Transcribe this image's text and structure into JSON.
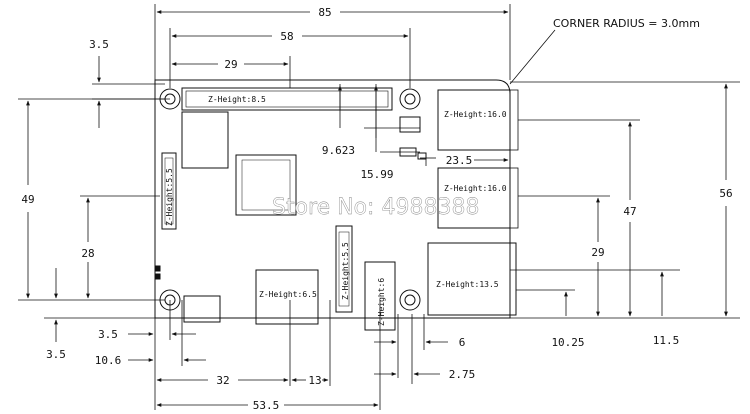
{
  "corner_note": "CORNER RADIUS = 3.0mm",
  "dimensions": {
    "d85": "85",
    "d58": "58",
    "d29": "29",
    "d3_5_top": "3.5",
    "d9_623": "9.623",
    "d15_99": "15.99",
    "d23_5": "23.5",
    "d49": "49",
    "d28": "28",
    "d56": "56",
    "d47": "47",
    "d29_right": "29",
    "d3_5_a": "3.5",
    "d3_5_b": "3.5",
    "d10_6": "10.6",
    "d10_25": "10.25",
    "d11_5": "11.5",
    "d6": "6",
    "d2_75": "2.75",
    "d32": "32",
    "d13": "13",
    "d53_5": "53.5"
  },
  "component_labels": {
    "gpio": "Z-Height:8.5",
    "usb_top": "Z-Height:16.0",
    "usb_bottom": "Z-Height:16.0",
    "ethernet": "Z-Height:13.5",
    "display": "Z-Height:5.5",
    "camera": "Z-Height:5.5",
    "hdmi": "Z-Height:6.5",
    "audio": "Z-Height:6"
  },
  "watermark": "Store No: 4988388"
}
